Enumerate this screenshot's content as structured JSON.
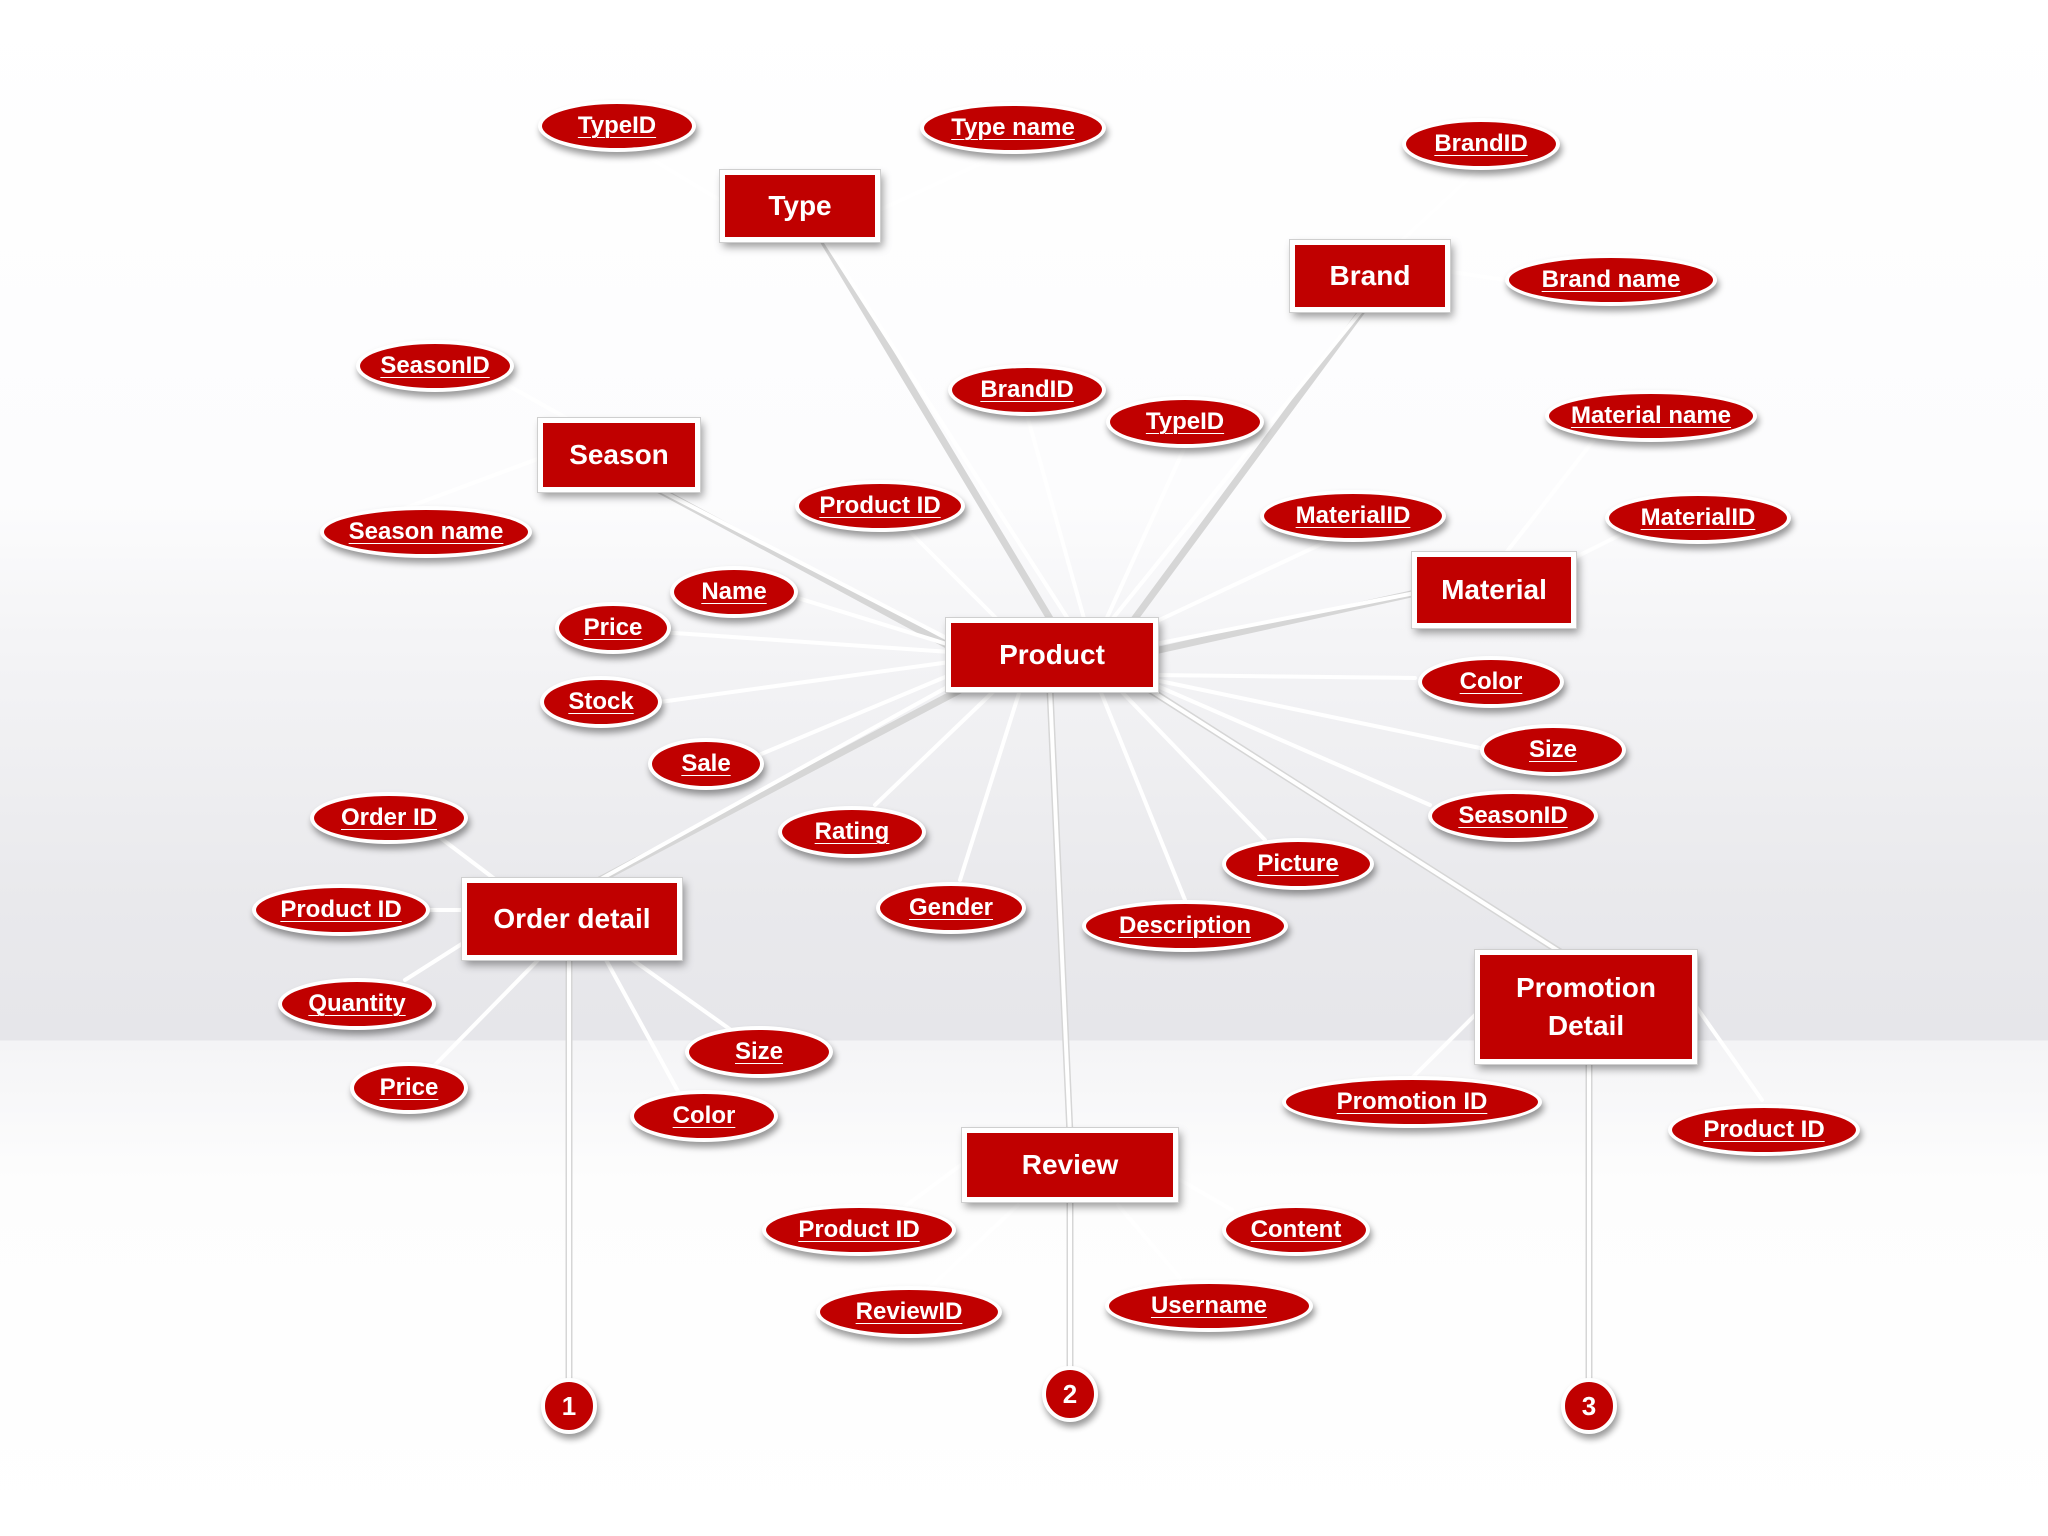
{
  "colors": {
    "accent": "#c00000",
    "line": "#ffffff"
  },
  "entities": {
    "type": "Type",
    "brand": "Brand",
    "season": "Season",
    "product": "Product",
    "material": "Material",
    "order_detail": "Order detail",
    "promotion_detail": "Promotion\nDetail",
    "review": "Review"
  },
  "attributes": {
    "type": [
      "TypeID",
      "Type name"
    ],
    "brand": [
      "BrandID",
      "Brand name"
    ],
    "season": [
      "SeasonID",
      "Season name"
    ],
    "material": [
      "Material name",
      "MaterialID"
    ],
    "product": [
      "BrandID",
      "TypeID",
      "Product ID",
      "MaterialID",
      "Name",
      "Price",
      "Stock",
      "Sale",
      "Color",
      "Size",
      "SeasonID",
      "Rating",
      "Gender",
      "Picture",
      "Description"
    ],
    "order_detail": [
      "Order ID",
      "Product ID",
      "Quantity",
      "Price",
      "Size",
      "Color"
    ],
    "promotion_detail": [
      "Promotion ID",
      "Product ID"
    ],
    "review": [
      "Product ID",
      "Content",
      "ReviewID",
      "Username"
    ]
  },
  "connectors": [
    "1",
    "2",
    "3"
  ]
}
